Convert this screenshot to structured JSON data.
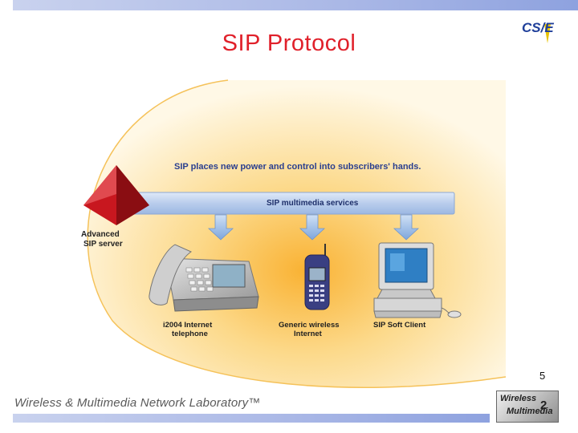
{
  "slide": {
    "title": "SIP Protocol",
    "page_number": "5",
    "footer": "Wireless & Multimedia Network Laboratory™"
  },
  "logo": {
    "text": "CS/E",
    "icon": "csie-logo"
  },
  "footer_logo": {
    "line1": "Wireless",
    "line2": "Multimedia",
    "mark": "2"
  },
  "diagram": {
    "headline": "SIP places new power and control into subscribers' hands.",
    "services_bar": "SIP multimedia services",
    "server_label_line1": "Advanced",
    "server_label_line2": "SIP server",
    "devices": [
      {
        "label_line1": "i2004 Internet",
        "label_line2": "telephone",
        "icon": "desk-phone-icon"
      },
      {
        "label_line1": "Generic wireless",
        "label_line2": "Internet",
        "icon": "mobile-phone-icon"
      },
      {
        "label_line1": "SIP Soft Client",
        "label_line2": "",
        "icon": "computer-icon"
      }
    ]
  },
  "colors": {
    "title": "#e0202a",
    "bar": "#a9b7e6",
    "headline": "#2a3f8f",
    "arrow": "#8fb4e6"
  }
}
